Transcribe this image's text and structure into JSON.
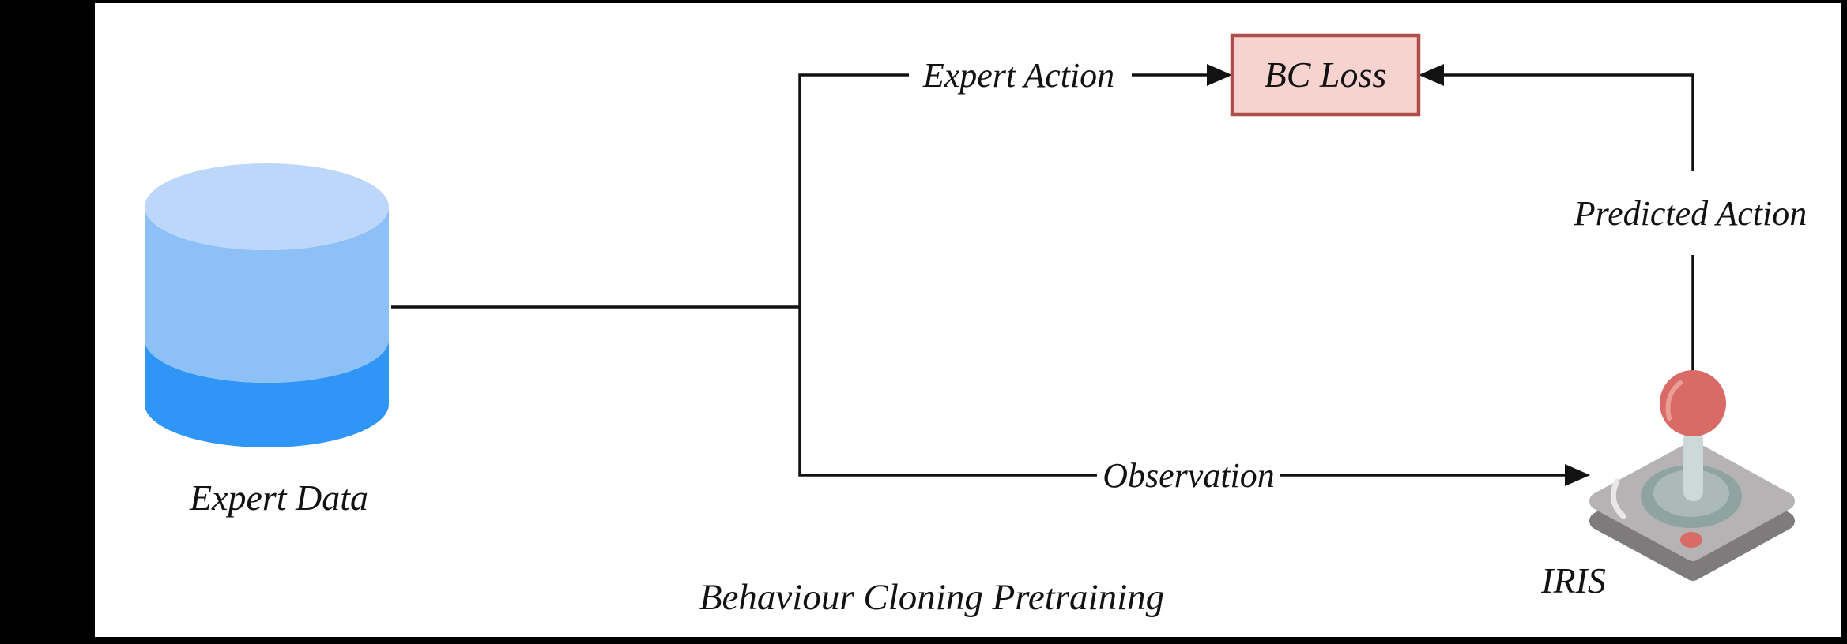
{
  "caption": "Behaviour Cloning Pretraining",
  "nodes": {
    "expert_data": {
      "label": "Expert Data",
      "icon": "database-icon"
    },
    "bc_loss": {
      "label": "BC Loss",
      "fill": "#f7d3d0",
      "border": "#ae4f4b"
    },
    "iris": {
      "label": "IRIS",
      "icon": "joystick-icon"
    }
  },
  "edges": {
    "expert_action": {
      "label": "Expert Action",
      "from": "expert-data",
      "to": "bc-loss"
    },
    "predicted_action": {
      "label": "Predicted Action",
      "from": "iris",
      "to": "bc-loss"
    },
    "observation": {
      "label": "Observation",
      "from": "expert-data",
      "to": "iris"
    }
  },
  "colors": {
    "frame": "#000000",
    "canvas": "#ffffff",
    "line": "#121212",
    "db_top": "#bdd7fb",
    "db_mid": "#8ec0f8",
    "db_bottom": "#2f96f7",
    "joystick_red": "#d96a66",
    "joystick_red_highlight": "#eb9e98",
    "base_top": "#b5b3b3",
    "base_side": "#7d7b7c",
    "socket_outer": "#8fa3a1",
    "socket_inner": "#abb9b7",
    "stick": "#cdd8d9",
    "base_highlight": "#e9e7e7"
  }
}
